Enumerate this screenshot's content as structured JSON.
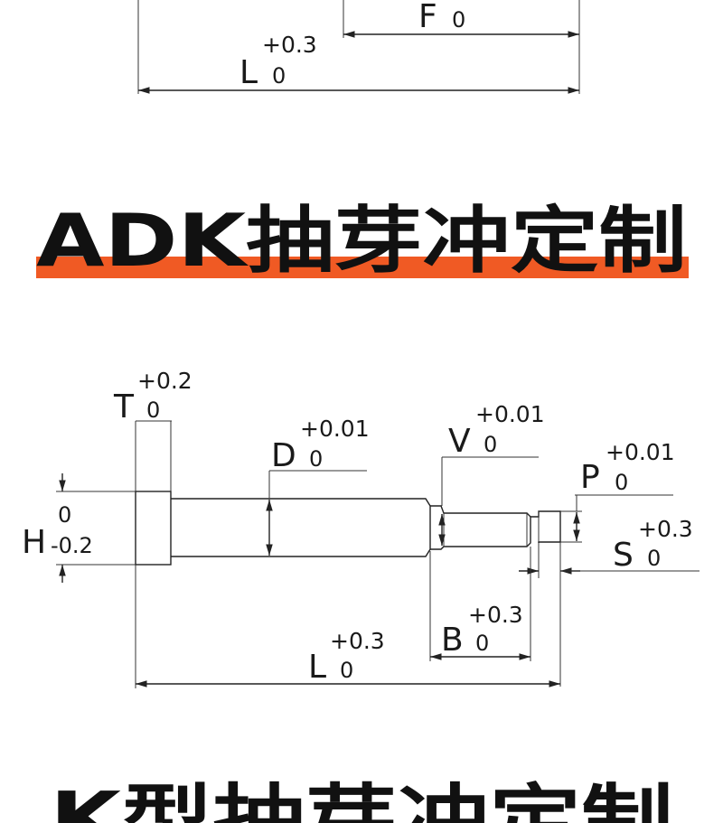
{
  "top_diagram": {
    "F": {
      "letter": "F",
      "sub": "0"
    },
    "L": {
      "letter": "L",
      "sub": "0",
      "sup": "+0.3"
    }
  },
  "heading1": {
    "text": "ADK抽芽冲定制",
    "accent_color": "#f05a24"
  },
  "main_diagram": {
    "T": {
      "letter": "T",
      "sub": "0",
      "sup": "+0.2"
    },
    "D": {
      "letter": "D",
      "sub": "0",
      "sup": "+0.01"
    },
    "V": {
      "letter": "V",
      "sub": "0",
      "sup": "+0.01"
    },
    "P": {
      "letter": "P",
      "sub": "0",
      "sup": "+0.01"
    },
    "H": {
      "letter": "H",
      "sup": "0",
      "sub": "-0.2"
    },
    "S": {
      "letter": "S",
      "sub": "0",
      "sup": "+0.3"
    },
    "B": {
      "letter": "B",
      "sub": "0",
      "sup": "+0.3"
    },
    "L": {
      "letter": "L",
      "sub": "0",
      "sup": "+0.3"
    }
  },
  "heading2": {
    "text": "K型抽芽冲定制"
  }
}
